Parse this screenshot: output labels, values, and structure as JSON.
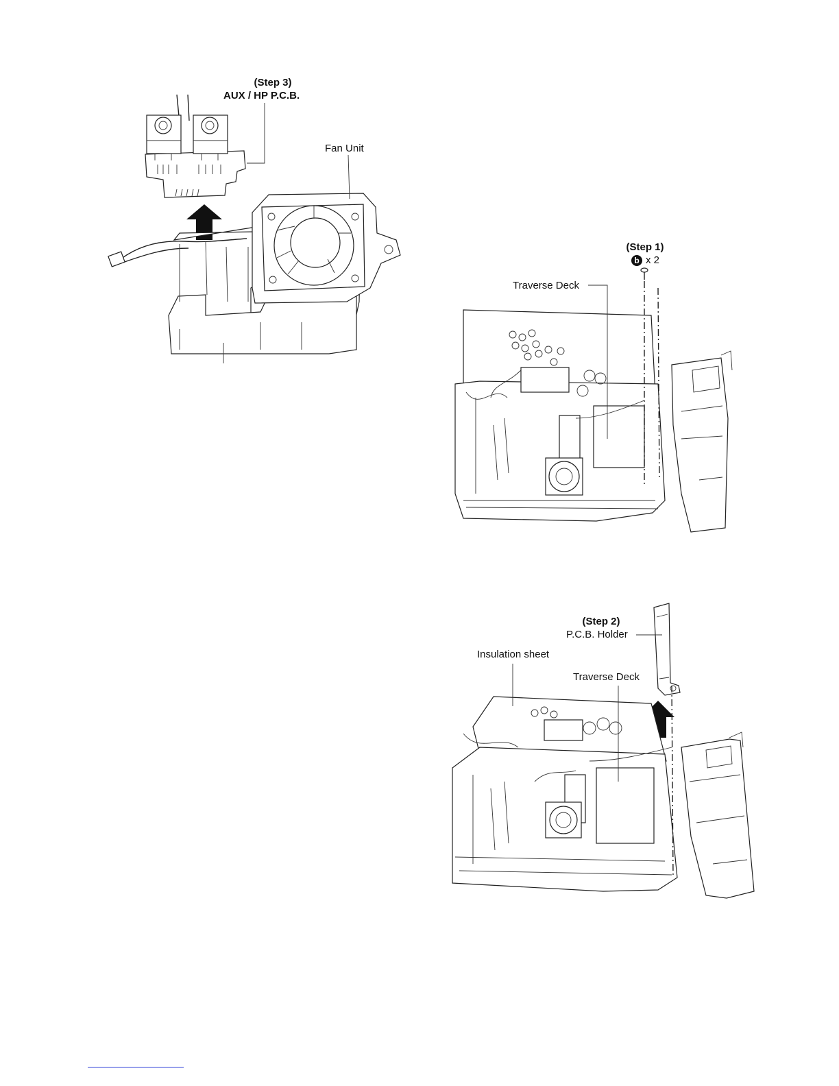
{
  "figure1": {
    "step_label": "(Step 3)",
    "part_label": "AUX / HP P.C.B.",
    "fan_label": "Fan Unit"
  },
  "figure2": {
    "step_label": "(Step 1)",
    "screw_marker": "b",
    "screw_count": "x 2",
    "deck_label": "Traverse Deck"
  },
  "figure3": {
    "step_label": "(Step 2)",
    "holder_label": "P.C.B. Holder",
    "insulation_label": "Insulation sheet",
    "deck_label": "Traverse Deck"
  }
}
